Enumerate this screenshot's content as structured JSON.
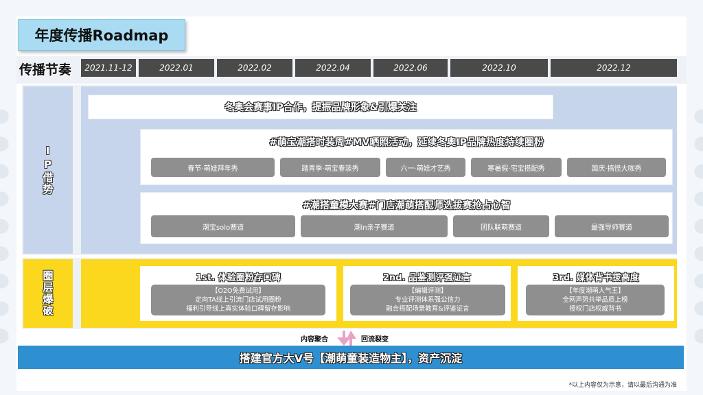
{
  "title": "年度传播Roadmap",
  "timeline": {
    "label": "传播节奏",
    "periods": [
      "2021.11-12",
      "2022.01",
      "2022.02",
      "2022.04",
      "2022.06",
      "2022.10",
      "2022.12"
    ]
  },
  "ip_section": {
    "label": "IP借势",
    "banner": "冬奥会赛事IP合作，提振品牌形象&引爆关注",
    "card1": {
      "title": "#萌宝潮搭时装周#MV晒照活动，延续冬奥IP品牌热度持续圈粉",
      "items": [
        "春节·萌娃拜年秀",
        "踏青季·萌宝春装秀",
        "六一·萌娃才艺秀",
        "寒暑假·宅宝搭配秀",
        "国庆·搞怪大咖秀"
      ]
    },
    "card2": {
      "title": "#潮搭童模大赛#门店潮萌搭配师选拔赛抢占心智",
      "items": [
        "潮宝solo赛道",
        "潮in亲子赛道",
        "团队联萌赛道",
        "最强导师赛道"
      ]
    }
  },
  "circle_section": {
    "label": "圈层爆破",
    "cards": [
      {
        "title": "1st. 体验圈粉存口碑",
        "lines": [
          "【O2O免费试用】",
          "定向TA线上引流门店试用圈粉",
          "福利引导线上真实体验口碑留存影响"
        ]
      },
      {
        "title": "2nd. 品鉴测评强证言",
        "lines": [
          "【编辑评测】",
          "专业评测体系强公信力",
          "融合搭配场景教育&评鉴证言"
        ]
      },
      {
        "title": "3rd. 媒体背书拔高度",
        "lines": [
          "【年度潮萌人气王】",
          "全网声势共举品质上榜",
          "授权门店权威背书"
        ]
      }
    ]
  },
  "flow": {
    "left": "内容聚合",
    "right": "回流裂变"
  },
  "bottom_banner": "搭建官方大V号【潮萌童装造物主】，资产沉淀",
  "footnote": "*以上内容仅为示意，请以最后沟通为准",
  "colors": {
    "ip": "#c6d5ec",
    "circle": "#fbd81d",
    "bottom": "#2e8fd1",
    "dark": "#4a4a4a",
    "pill": "#8f8f8f"
  }
}
